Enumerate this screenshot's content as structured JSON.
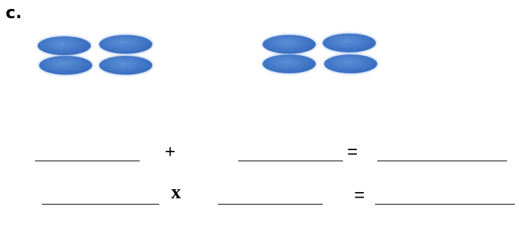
{
  "question_label": "c.",
  "groups": [
    {
      "dot_count": 4,
      "dot_color": "#3d72c4"
    },
    {
      "dot_count": 4,
      "dot_color": "#3d72c4"
    }
  ],
  "equations": [
    {
      "op1": "+",
      "op2": "="
    },
    {
      "op1": "x",
      "op2": "="
    }
  ]
}
